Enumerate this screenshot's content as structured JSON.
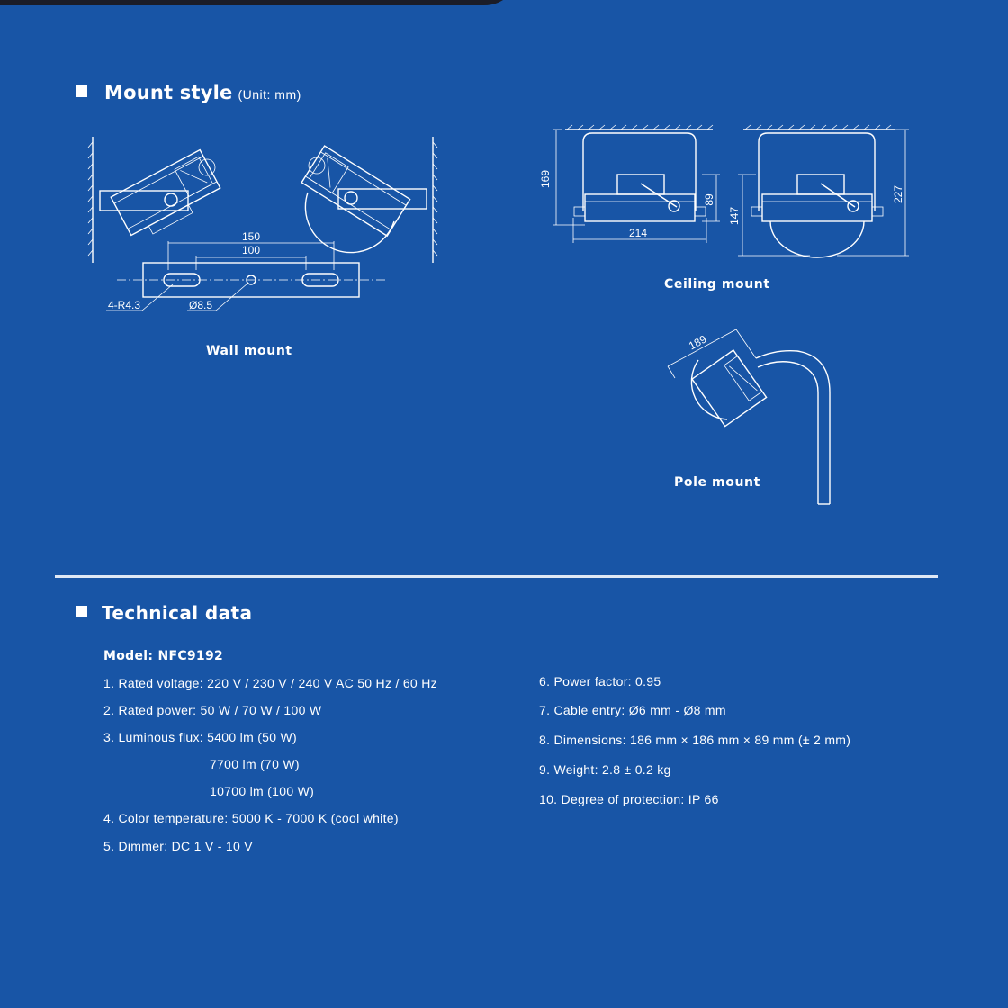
{
  "mount": {
    "title": "Mount style",
    "unit": "(Unit: mm)",
    "captions": {
      "wall": "Wall mount",
      "ceiling": "Ceiling mount",
      "pole": "Pole mount"
    },
    "dims": {
      "wall_150": "150",
      "wall_100": "100",
      "wall_r": "4-R4.3",
      "wall_d": "Ø8.5",
      "ceil_169": "169",
      "ceil_89": "89",
      "ceil_214": "214",
      "ceil_147": "147",
      "ceil_227": "227",
      "pole_189": "189"
    }
  },
  "tech": {
    "title": "Technical data",
    "model": "Model: NFC9192",
    "left": [
      "1. Rated voltage: 220 V / 230 V / 240 V AC 50 Hz / 60 Hz",
      "2. Rated power: 50 W / 70 W / 100 W",
      "3. Luminous flux: 5400 lm (50 W)",
      "7700 lm (70 W)",
      "10700 lm (100 W)",
      "4. Color temperature: 5000 K - 7000 K (cool white)",
      "5. Dimmer: DC 1 V - 10 V"
    ],
    "right": [
      "6. Power factor: 0.95",
      "7. Cable entry: Ø6 mm - Ø8 mm",
      "8. Dimensions: 186 mm × 186 mm × 89 mm (± 2 mm)",
      "9. Weight: 2.8 ± 0.2 kg",
      "10. Degree of protection: IP 66"
    ]
  },
  "colors": {
    "background": "#1855a6",
    "top_tab": "#1b1d28",
    "text": "#ffffff"
  }
}
